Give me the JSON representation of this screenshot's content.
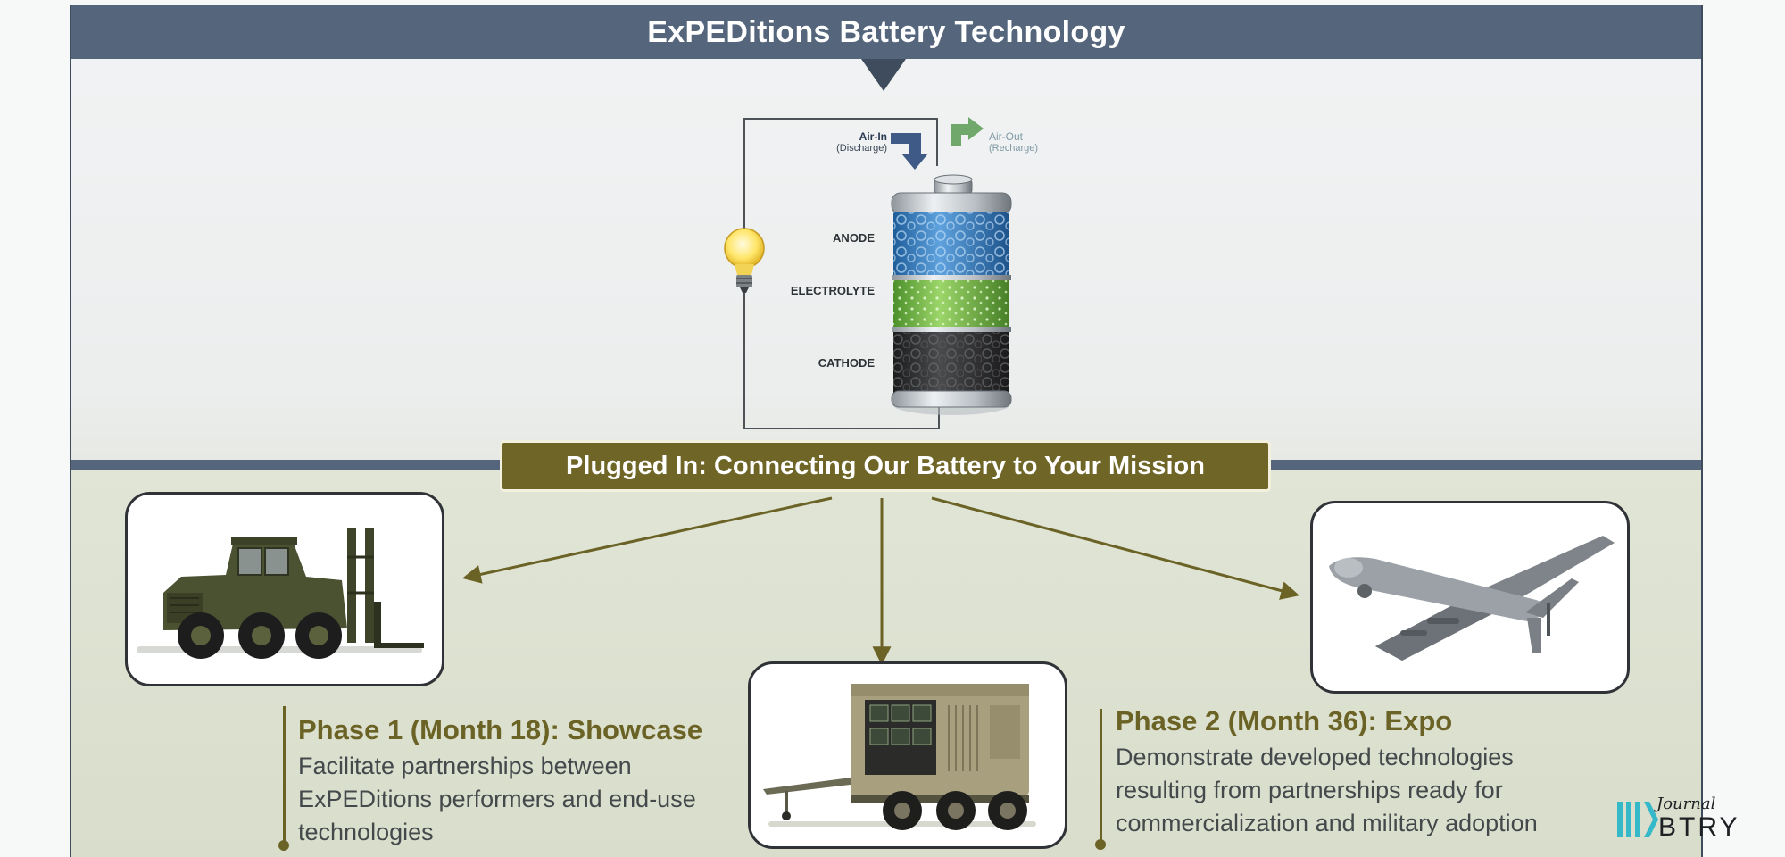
{
  "header": {
    "title": "ExPEDitions Battery Technology"
  },
  "diagram": {
    "air_in_label": "Air-In",
    "air_in_sub": "(Discharge)",
    "air_out_label": "Air-Out",
    "air_out_sub": "(Recharge)",
    "layers": [
      "ANODE",
      "ELECTROLYTE",
      "CATHODE"
    ]
  },
  "mission": {
    "banner": "Plugged In: Connecting Our Battery to Your Mission"
  },
  "phases": [
    {
      "title": "Phase 1 (Month 18): Showcase",
      "lines": [
        "Facilitate partnerships between",
        "ExPEDitions performers and end-use",
        "technologies"
      ]
    },
    {
      "title": "Phase 2 (Month 36): Expo",
      "lines": [
        "Demonstrate developed technologies",
        "resulting from partnerships ready for",
        "commercialization and military adoption"
      ]
    }
  ],
  "logo": {
    "script": "Journal",
    "brand": "BTRY"
  },
  "colors": {
    "header_band": "#55667c",
    "banner_olive": "#6e6526",
    "arrow_olive": "#6b6326",
    "anode_blue": "#3f7fc2",
    "electrolyte_green": "#7cc24a",
    "cathode_dark": "#2e2f31",
    "logo_teal": "#35b8c8"
  },
  "icons": [
    "lightbulb-icon",
    "battery-icon",
    "forklift-icon",
    "generator-trailer-icon",
    "drone-icon",
    "air-in-arrow-icon",
    "air-out-arrow-icon"
  ]
}
